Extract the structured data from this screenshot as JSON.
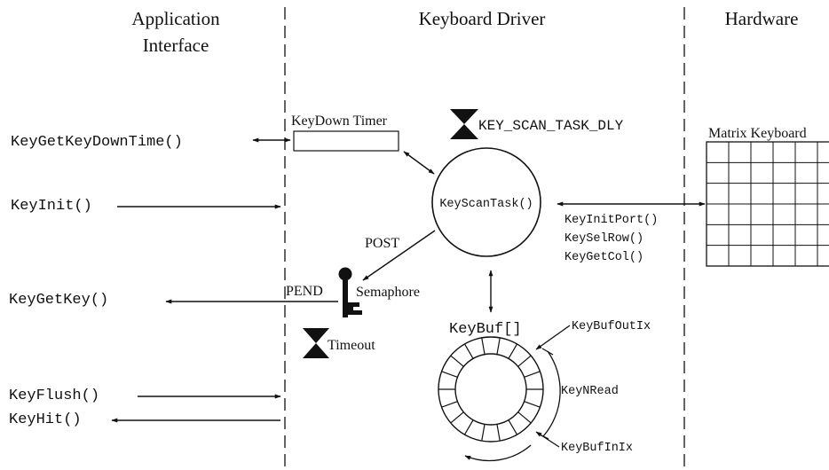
{
  "headers": {
    "app_line1": "Application",
    "app_line2": "Interface",
    "driver": "Keyboard Driver",
    "hardware": "Hardware"
  },
  "api": {
    "get_key_down_time": "KeyGetKeyDownTime()",
    "init": "KeyInit()",
    "get_key": "KeyGetKey()",
    "flush": "KeyFlush()",
    "hit": "KeyHit()"
  },
  "driver": {
    "keydown_timer": "KeyDown Timer",
    "scan_task_delay": "KEY_SCAN_TASK_DLY",
    "scan_task": "KeyScanTask()",
    "post": "POST",
    "pend": "PEND",
    "semaphore": "Semaphore",
    "timeout": "Timeout",
    "keybuf": "KeyBuf[]",
    "buf_out_ix": "KeyBufOutIx",
    "n_read": "KeyNRead",
    "buf_in_ix": "KeyBufInIx"
  },
  "hardware": {
    "matrix_keyboard": "Matrix Keyboard",
    "ports": [
      "KeyInitPort()",
      "KeySelRow()",
      "KeyGetCol()"
    ]
  },
  "colors": {
    "ink": "#111111",
    "background": "#ffffff"
  },
  "icons": [
    "hourglass-icon",
    "key-icon",
    "hourglass-icon"
  ]
}
